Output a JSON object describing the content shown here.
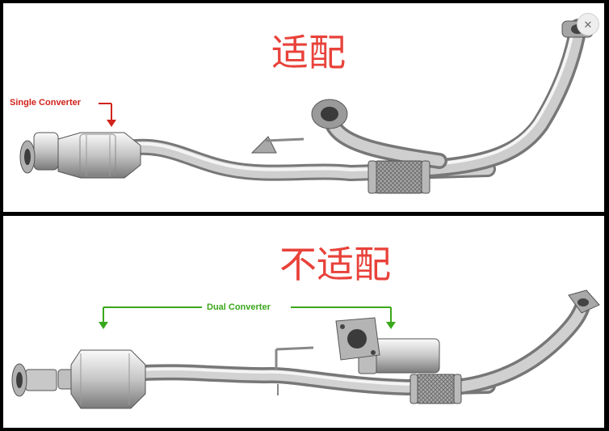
{
  "top_panel": {
    "title": "适配",
    "callout_label": "Single Converter",
    "callout_color": "#d0231b"
  },
  "bottom_panel": {
    "title": "不适配",
    "callout_label": "Dual Converter",
    "callout_color": "#3aa81b"
  },
  "title_color": "#e8423a",
  "close_icon": "close-icon"
}
